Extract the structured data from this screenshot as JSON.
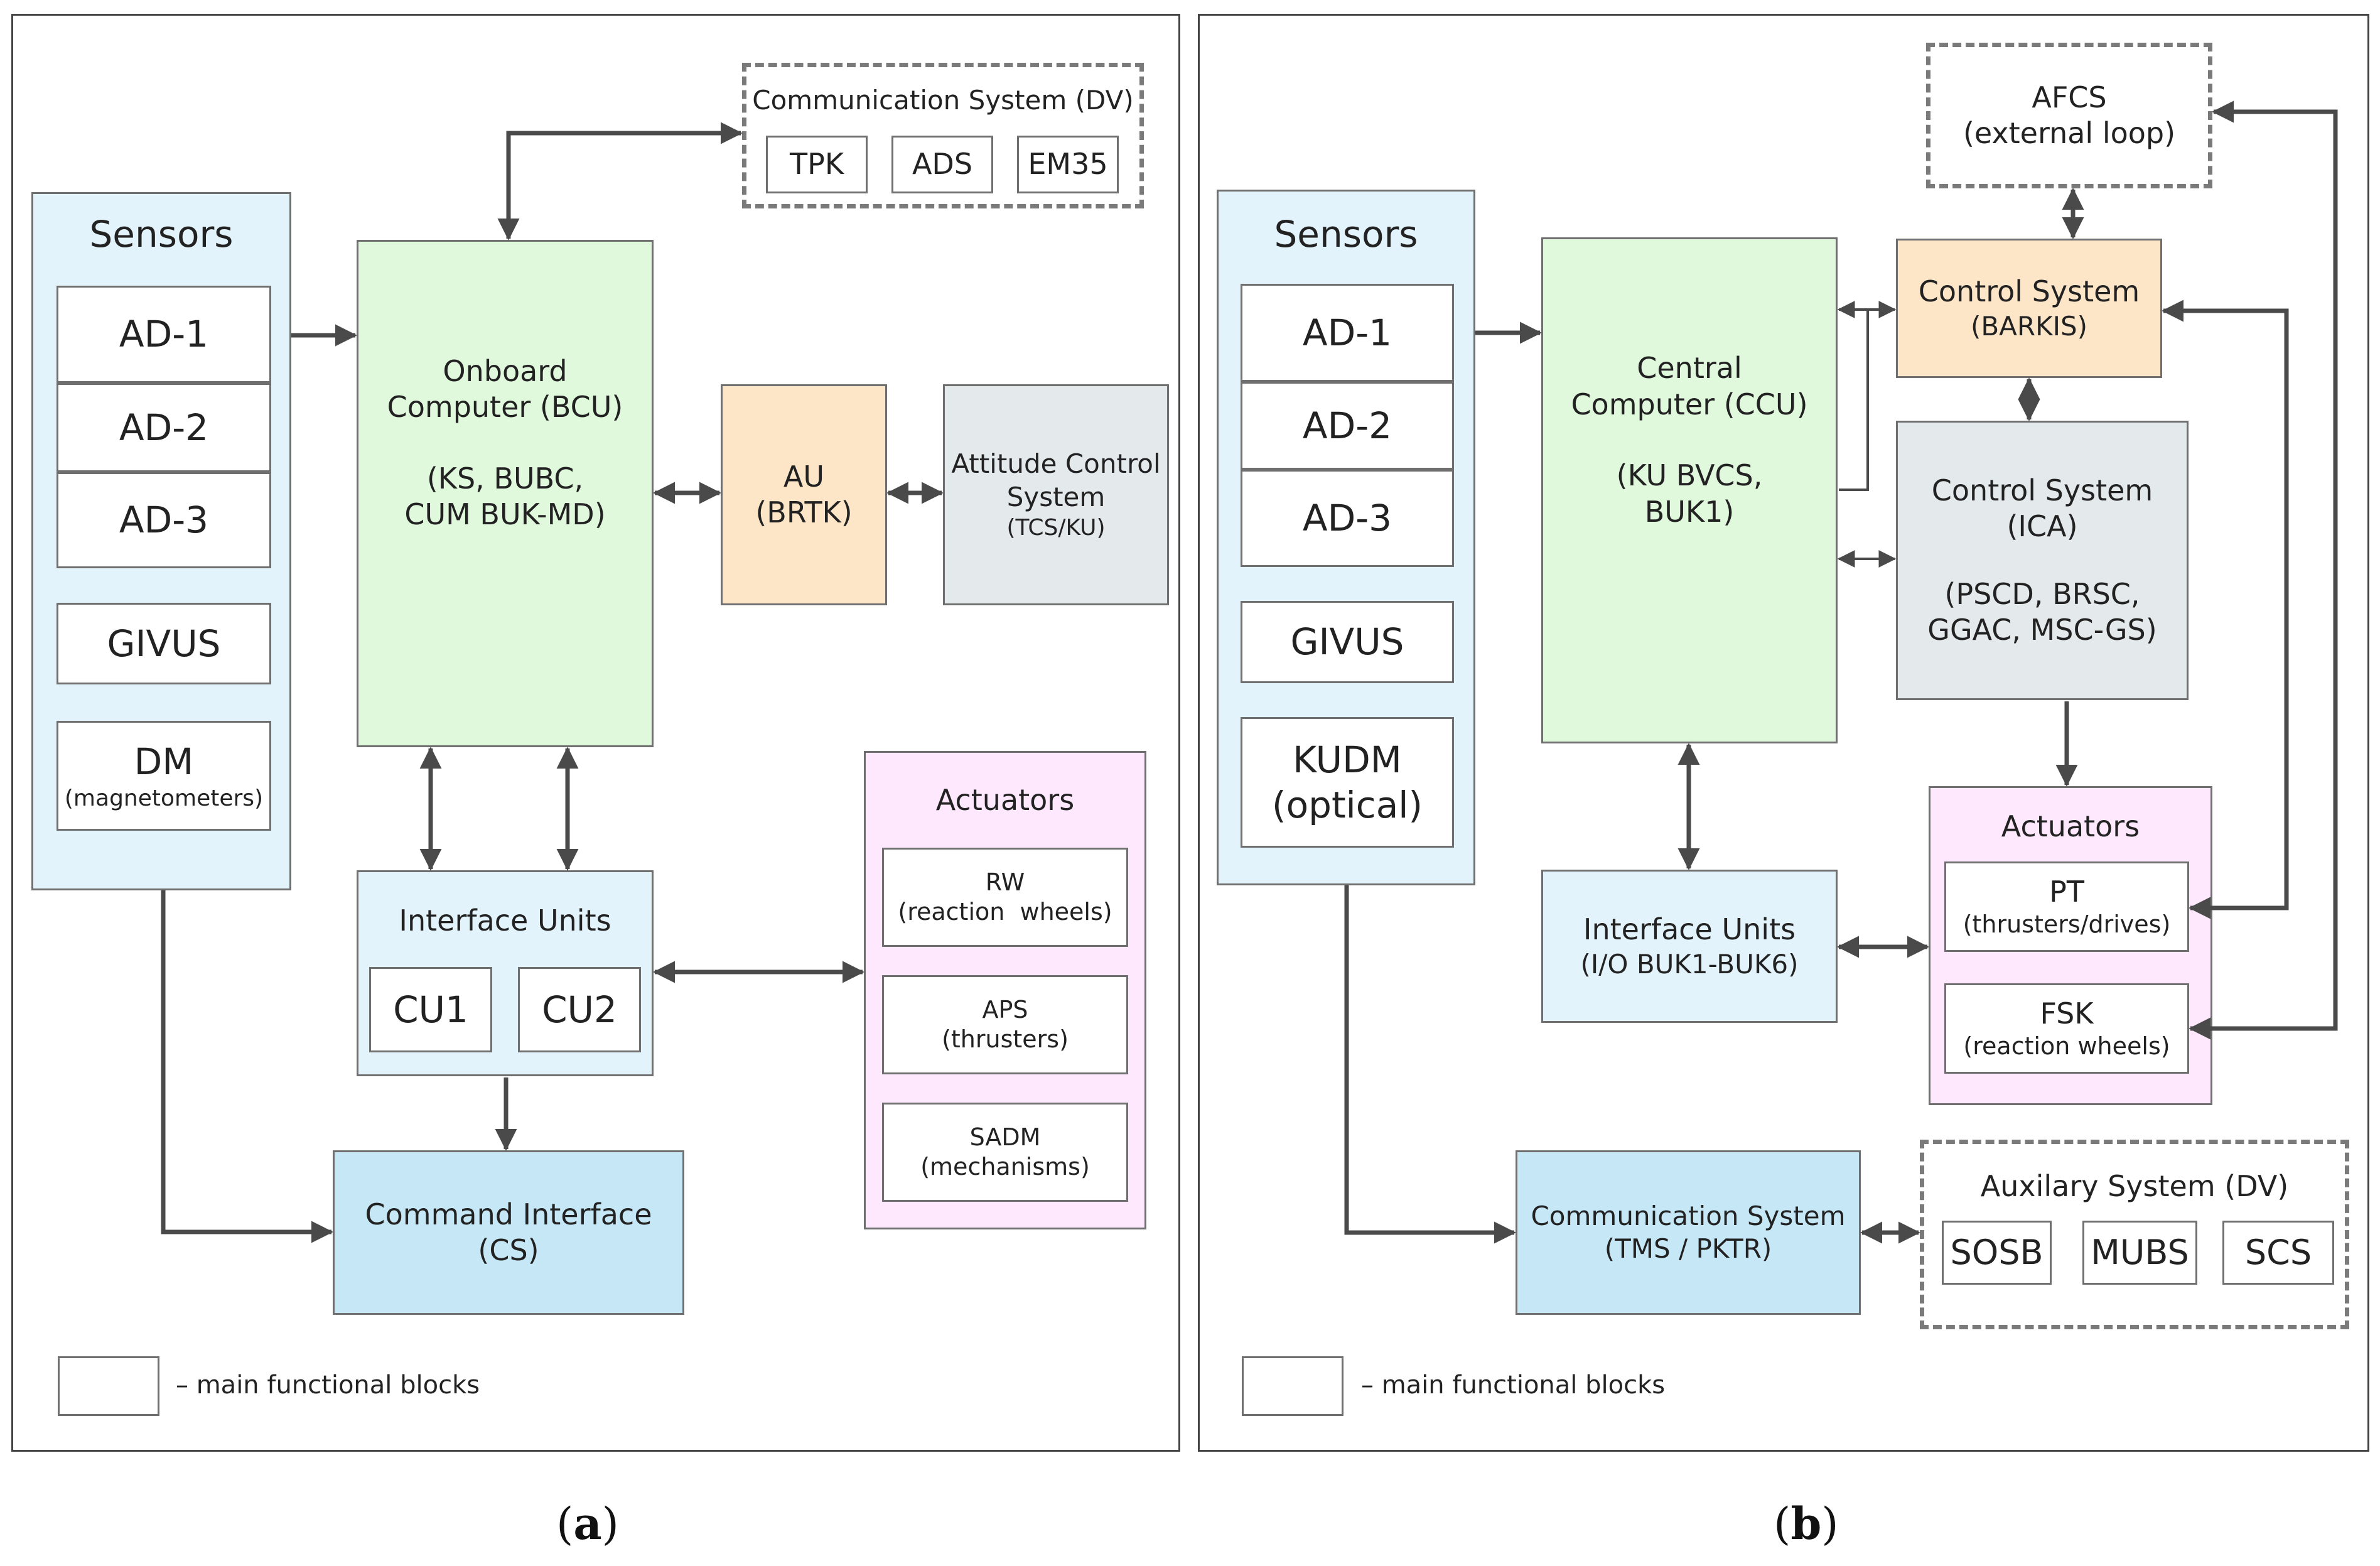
{
  "panel_a": {
    "caption_open": "(",
    "caption_letter": "a",
    "caption_close": ")",
    "sensors": {
      "title": "Sensors",
      "items": [
        "AD-1",
        "AD-2",
        "AD-3",
        "GIVUS"
      ],
      "dm": "DM",
      "dm_sub": "(magnetometers)"
    },
    "comm": {
      "title": "Communication System (DV)",
      "items": [
        "TPK",
        "ADS",
        "EM35"
      ]
    },
    "bcu": {
      "line1": "Onboard",
      "line2": "Computer (BCU)",
      "line3": "(KS, BUBC,",
      "line4": "CUM BUK-MD)"
    },
    "au": {
      "line1": "AU",
      "line2": "(BRTK)"
    },
    "att": {
      "line1": "Attitude Control",
      "line2": "System",
      "line3": "(TCS/KU)"
    },
    "interface": {
      "title": "Interface Units",
      "cu1": "CU1",
      "cu2": "CU2"
    },
    "actuators": {
      "title": "Actuators",
      "items": [
        {
          "name": "RW",
          "sub": "(reaction  wheels)"
        },
        {
          "name": "APS",
          "sub": "(thrusters)"
        },
        {
          "name": "SADM",
          "sub": "(mechanisms)"
        }
      ]
    },
    "cmd": {
      "line1": "Command Interface",
      "line2": "(CS)"
    },
    "legend": "– main functional blocks"
  },
  "panel_b": {
    "caption_open": "(",
    "caption_letter": "b",
    "caption_close": ")",
    "sensors": {
      "title": "Sensors",
      "items": [
        "AD-1",
        "AD-2",
        "AD-3",
        "GIVUS"
      ],
      "kudm": "KUDM",
      "kudm_sub": "(optical)"
    },
    "afcs": {
      "line1": "AFCS",
      "line2": "(external loop)"
    },
    "ccu": {
      "line1": "Central",
      "line2": "Computer (CCU)",
      "line3": "(KU BVCS,",
      "line4": "BUK1)"
    },
    "barkis": {
      "line1": "Control System",
      "line2": "(BARKIS)"
    },
    "ica": {
      "line1": "Control System",
      "line2": "(ICA)",
      "line3": "(PSCD, BRSC,",
      "line4": "GGAC, MSC-GS)"
    },
    "actuators": {
      "title": "Actuators",
      "items": [
        {
          "name": "PT",
          "sub": "(thrusters/drives)"
        },
        {
          "name": "FSK",
          "sub": "(reaction wheels)"
        }
      ]
    },
    "interface": {
      "line1": "Interface Units",
      "line2": "(I/O BUK1-BUK6)"
    },
    "comm": {
      "line1": "Communication System",
      "line2": "(TMS / PKTR)"
    },
    "aux": {
      "title": "Auxilary System (DV)",
      "items": [
        "SOSB",
        "MUBS",
        "SCS"
      ]
    },
    "legend": "– main functional blocks"
  },
  "colors": {
    "sensors_bg": "#e2f3fb",
    "computer_bg": "#e0f9dc",
    "control_bg": "#fde6c8",
    "grey_bg": "#e4e9eb",
    "actuator_bg": "#fde8fd",
    "comm_bg": "#c6e8f6",
    "arrow": "#4a4a4a"
  }
}
